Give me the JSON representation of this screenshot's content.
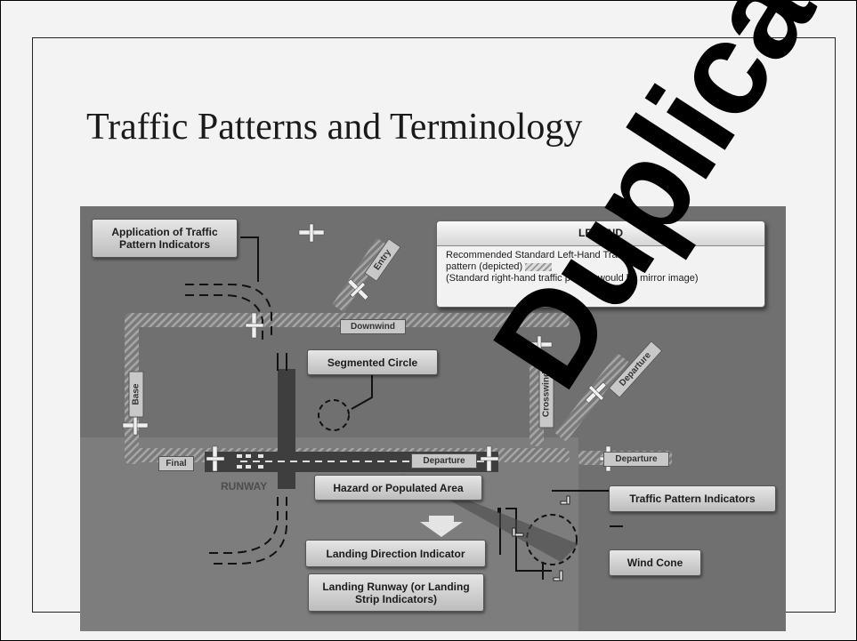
{
  "slide": {
    "title": "Traffic Patterns and Terminology"
  },
  "diagram": {
    "callouts": {
      "application": "Application of Traffic Pattern Indicators",
      "segmented_circle": "Segmented Circle",
      "hazard": "Hazard or Populated Area",
      "landing_direction": "Landing Direction Indicator",
      "landing_runway": "Landing Runway (or Landing Strip Indicators)",
      "traffic_pattern_indicators": "Traffic Pattern Indicators",
      "wind_cone": "Wind Cone"
    },
    "legend": {
      "heading": "LEGEND",
      "line1": "Recommended Standard Left-Hand Traffic",
      "line2": "pattern (depicted)",
      "line3": "(Standard right-hand traffic pattern would be mirror image)"
    },
    "segments": {
      "entry": "Entry",
      "downwind": "Downwind",
      "base": "Base",
      "crosswind": "Crosswind",
      "departure_diag": "Departure",
      "final": "Final",
      "departure_runway": "Departure",
      "departure_right": "Departure"
    },
    "runway_label": "RUNWAY"
  },
  "watermark": "Duplicate",
  "colors": {
    "diagram_bg": "#707070",
    "pattern_hatch": "#8c8c8c",
    "runway": "#3e3e3e"
  }
}
